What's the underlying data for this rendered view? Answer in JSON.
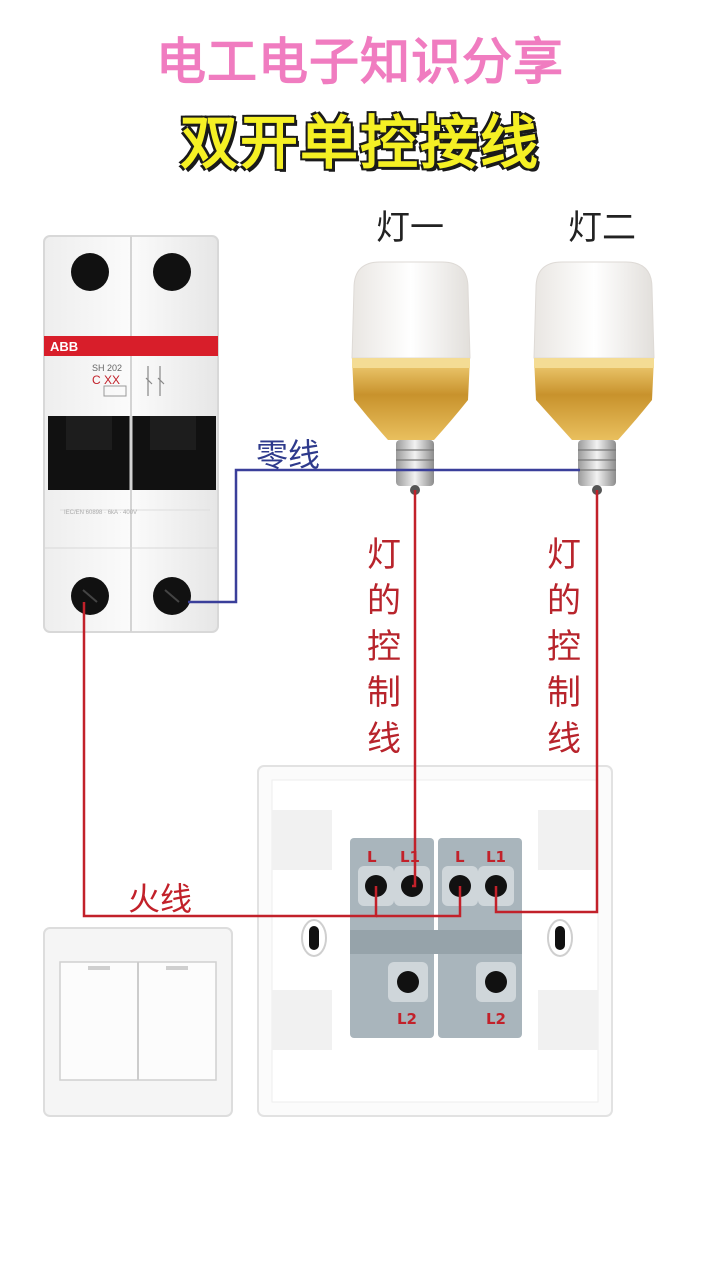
{
  "header": {
    "title": "电工电子知识分享",
    "subtitle": "双开单控接线"
  },
  "lamps": [
    {
      "label": "灯一"
    },
    {
      "label": "灯二"
    }
  ],
  "breaker": {
    "brand": "ABB",
    "model": "SH 202",
    "rating": "C XX"
  },
  "wires": {
    "neutral_label": "零线",
    "live_label": "火线",
    "control_label_1": "灯的控制线",
    "control_label_2": "灯的控制线"
  },
  "switch_terminals": {
    "left_top": [
      "L",
      "L1"
    ],
    "right_top": [
      "L",
      "L1"
    ],
    "left_bottom": "L2",
    "right_bottom": "L2"
  },
  "colors": {
    "neutral_wire": "#3a3f9a",
    "live_wire": "#c2212a",
    "title_pink": "#f07cc0",
    "title_yellow": "#f5f024",
    "breaker_stripe": "#d81e2a",
    "lamp_base_gold": "#d8a63a"
  }
}
